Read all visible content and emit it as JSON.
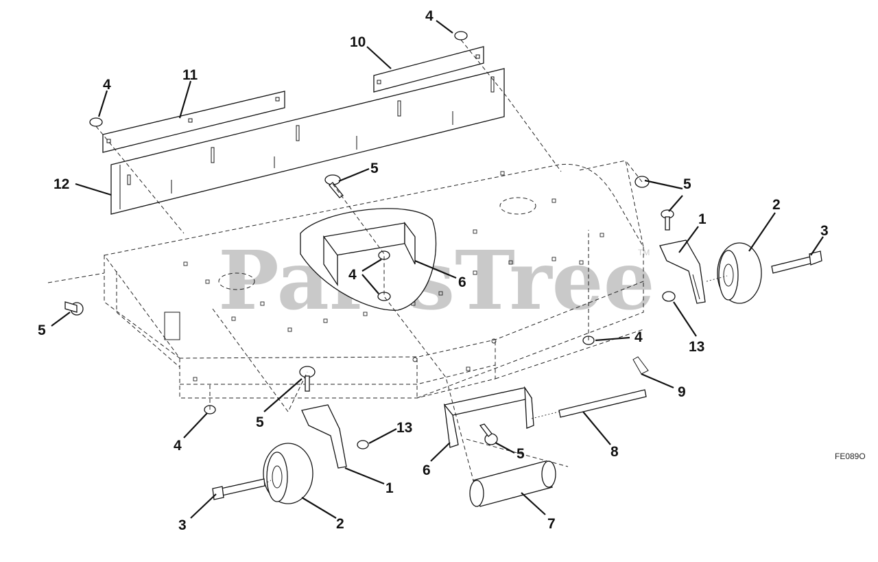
{
  "diagram": {
    "figure_code": "FE089O",
    "watermark": "PartsTree",
    "watermark_tm": "TM",
    "callouts": [
      {
        "id": "c1",
        "text": "4"
      },
      {
        "id": "c2",
        "text": "10"
      },
      {
        "id": "c3",
        "text": "11"
      },
      {
        "id": "c4",
        "text": "4"
      },
      {
        "id": "c5",
        "text": "12"
      },
      {
        "id": "c6",
        "text": "5"
      },
      {
        "id": "c7",
        "text": "5"
      },
      {
        "id": "c8",
        "text": "2"
      },
      {
        "id": "c9",
        "text": "1"
      },
      {
        "id": "c10",
        "text": "3"
      },
      {
        "id": "c11",
        "text": "4"
      },
      {
        "id": "c12",
        "text": "6"
      },
      {
        "id": "c13",
        "text": "5"
      },
      {
        "id": "c14",
        "text": "13"
      },
      {
        "id": "c15",
        "text": "4"
      },
      {
        "id": "c16",
        "text": "9"
      },
      {
        "id": "c17",
        "text": "5"
      },
      {
        "id": "c18",
        "text": "4"
      },
      {
        "id": "c19",
        "text": "13"
      },
      {
        "id": "c20",
        "text": "8"
      },
      {
        "id": "c21",
        "text": "5"
      },
      {
        "id": "c22",
        "text": "6"
      },
      {
        "id": "c23",
        "text": "1"
      },
      {
        "id": "c24",
        "text": "3"
      },
      {
        "id": "c25",
        "text": "2"
      },
      {
        "id": "c26",
        "text": "7"
      }
    ]
  }
}
